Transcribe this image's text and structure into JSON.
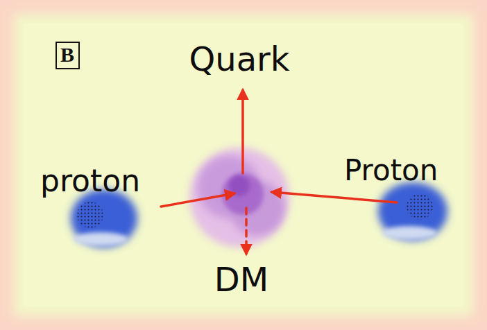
{
  "diagram": {
    "nodes": [
      {
        "text": [
          "B"
        ]
      }
    ],
    "labels": [
      "Quark",
      "proton",
      "Proton",
      "DM"
    ]
  }
}
